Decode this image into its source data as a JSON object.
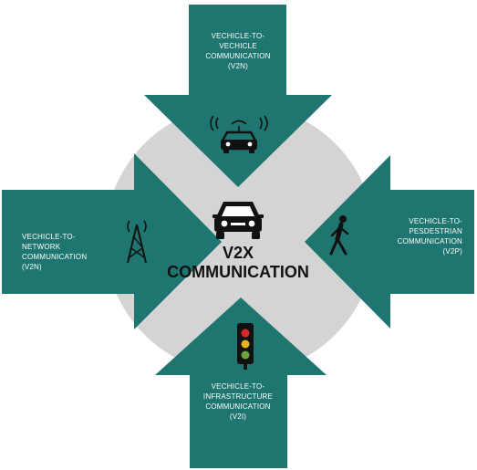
{
  "colors": {
    "arrow": "#1f7570",
    "circle": "#d4d4d4",
    "icon_dark": "#111111",
    "icon_light": "#ffffff",
    "signal_red": "#d62828",
    "signal_yellow": "#e8b21a",
    "signal_green": "#6aa33a"
  },
  "center": {
    "title_line1": "V2X",
    "title_line2": "COMMUNICATION",
    "icon": "car-icon"
  },
  "arrows": {
    "top": {
      "lines": [
        "VECHICLE-TO-",
        "VECHICLE",
        "COMMUNICATION",
        "(V2N)"
      ],
      "icon": "connected-car-icon"
    },
    "left": {
      "lines": [
        "VECHICLE-TO-",
        "NETWORK",
        "COMMUNICATION",
        "(V2N)"
      ],
      "icon": "cell-tower-icon"
    },
    "right": {
      "lines": [
        "VECHICLE-TO-",
        "PESDESTRIAN",
        "COMMUNICATION",
        "(V2P)"
      ],
      "icon": "pedestrian-icon"
    },
    "bottom": {
      "lines": [
        "VECHICLE-TO-",
        "INFRASTRUCTURE",
        "COMMUNICATION",
        "(V2I)"
      ],
      "icon": "traffic-light-icon"
    }
  }
}
